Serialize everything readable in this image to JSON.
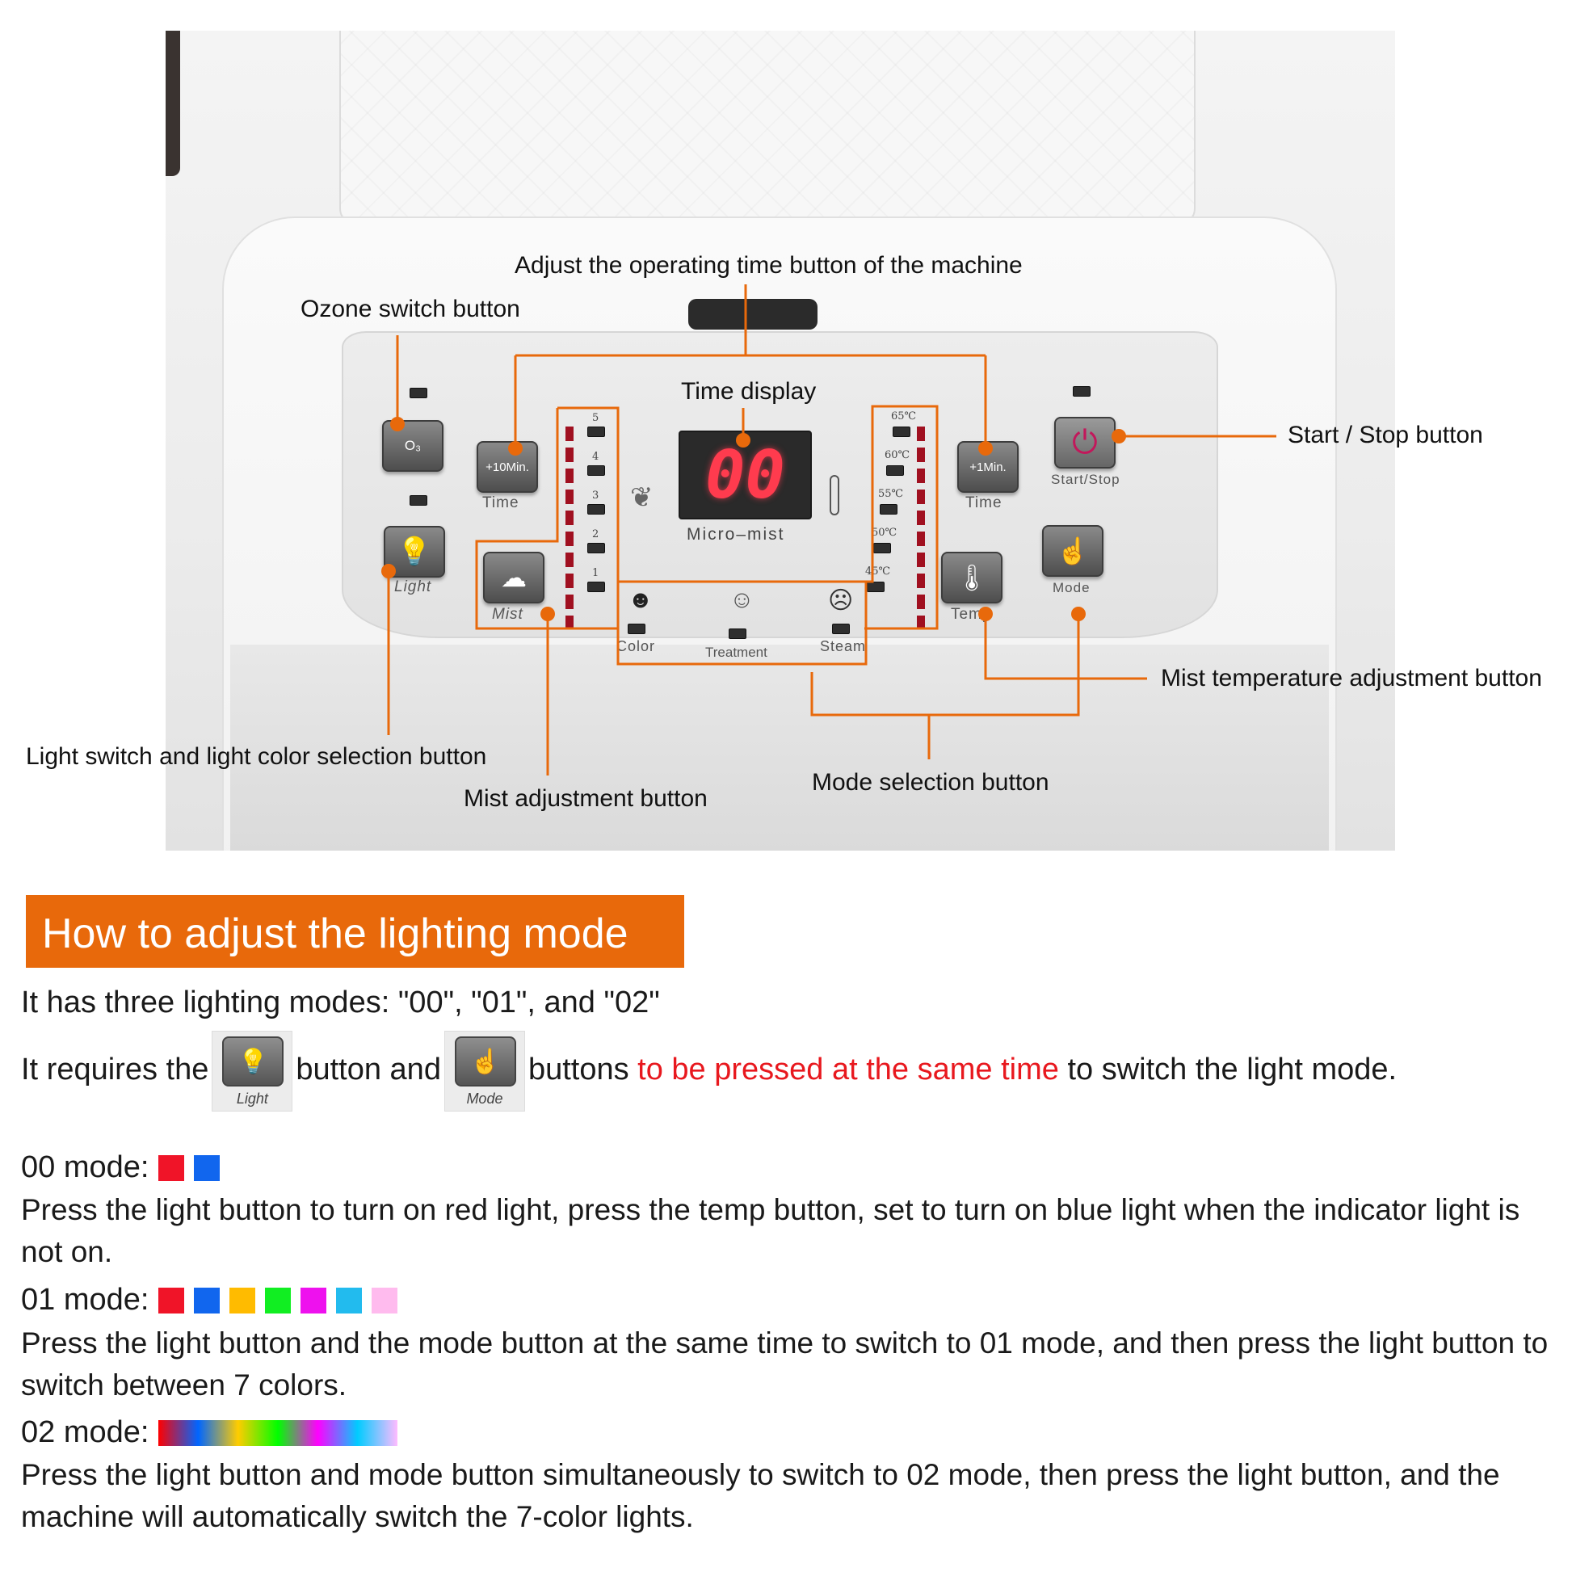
{
  "panel": {
    "o3": "O₃",
    "plus10": "+10Min.",
    "time": "Time",
    "plus1": "+1Min.",
    "startstop": "Start/Stop",
    "light": "Light",
    "mist": "Mist",
    "mode": "Mode",
    "temp": "Temp",
    "display": "00",
    "micromist": "Micro–mist",
    "color": "Color",
    "treatment": "Treatment",
    "steam": "Steam",
    "levels": [
      "5",
      "4",
      "3",
      "2",
      "1"
    ],
    "temps": [
      "65℃",
      "60℃",
      "55℃",
      "50℃",
      "45℃"
    ]
  },
  "annotations": {
    "adjust_time": "Adjust the operating time button of the machine",
    "ozone": "Ozone switch button",
    "time_display": "Time display",
    "start_stop": "Start / Stop button",
    "mist_temp": "Mist temperature adjustment button",
    "light_switch": "Light switch and light color selection button",
    "mode_select": "Mode selection button",
    "mist_adjust": "Mist adjustment button"
  },
  "heading": "How to adjust the lighting mode",
  "intro": "It has three lighting modes: \"00\", \"01\", and \"02\"",
  "requires": {
    "part1": "It requires the",
    "part2": "button and",
    "part3": "buttons",
    "highlight": "to be pressed at the same time",
    "part4": "to switch the light mode.",
    "light_label": "Light",
    "mode_label": "Mode"
  },
  "modes": [
    {
      "title": "00 mode:",
      "colors": [
        "#f01428",
        "#1166ee"
      ],
      "text": "Press the light button to turn on red light, press the temp button, set to turn on blue light when the indicator light is not on."
    },
    {
      "title": "01 mode:",
      "colors": [
        "#f01428",
        "#1166ee",
        "#ffbb00",
        "#11ee22",
        "#ee11ee",
        "#22bbee",
        "#ffbbee"
      ],
      "text": "Press the light button and the mode button at the same time to switch to 01 mode, and then press the light button to switch between 7 colors."
    },
    {
      "title": "02 mode:",
      "text": "Press the light button and mode button simultaneously to switch to 02 mode, then press the light button, and the machine will automatically switch the 7-color lights."
    }
  ]
}
